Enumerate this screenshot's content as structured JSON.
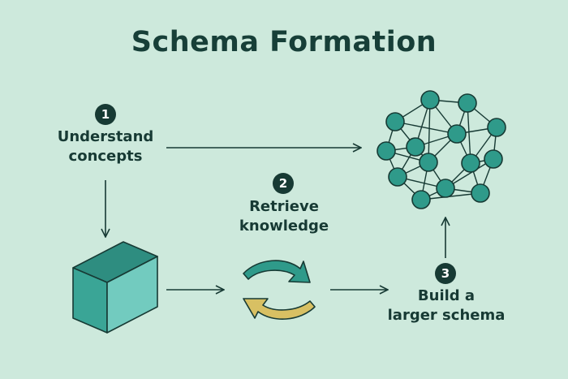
{
  "title": "Schema Formation",
  "steps": [
    {
      "number": "1",
      "lines": [
        "Understand",
        "concepts"
      ]
    },
    {
      "number": "2",
      "lines": [
        "Retrieve",
        "knowledge"
      ]
    },
    {
      "number": "3",
      "lines": [
        "Build a",
        "larger schema"
      ]
    }
  ],
  "colors": {
    "background": "#cde9dc",
    "node": "#2f9a8a",
    "node_stroke": "#173a34",
    "cube_front": "#3aa596",
    "cube_side": "#72cbbf",
    "cube_top": "#2e8d80",
    "cycle_teal": "#2f9a8a",
    "cycle_gold": "#d8c063",
    "ink": "#173a34"
  },
  "icons": [
    "cube-icon",
    "cycle-arrows-icon",
    "network-icon"
  ]
}
